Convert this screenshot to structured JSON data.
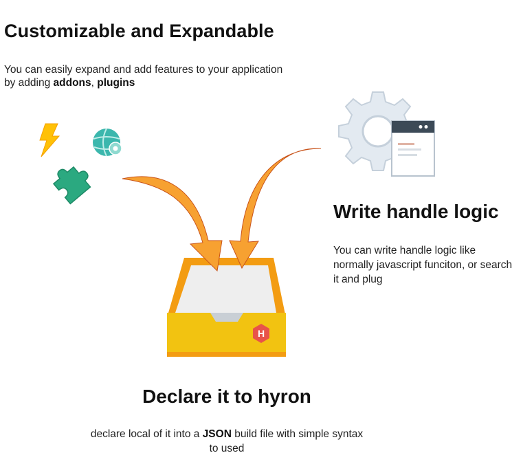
{
  "section_main": {
    "title": "Customizable and Expandable",
    "desc_prefix": "You can easily expand and add features to your application by adding ",
    "addons": "addons",
    "separator": ", ",
    "plugins": "plugins"
  },
  "section_logic": {
    "title": "Write handle logic",
    "desc": "You can write handle logic like normally javascript funciton, or search it and plug"
  },
  "section_declare": {
    "title": "Declare it to hyron",
    "desc_prefix": "declare local of it into a ",
    "json": "JSON",
    "desc_suffix": " build file with simple syntax to used"
  },
  "icons": {
    "lightning": "lightning-icon",
    "globe_gear": "globe-gear-icon",
    "puzzle": "puzzle-piece-icon",
    "gear_window": "gear-window-icon",
    "tray": "inbox-tray-icon",
    "hyron_logo": "hyron-hexagon-logo",
    "arrows": "curved-arrow-icon"
  },
  "colors": {
    "arrow_orange": "#F7A131",
    "tray_yellow": "#F2C311",
    "tray_orange": "#F39C12",
    "puzzle_teal": "#2BA980",
    "lightning_yellow": "#FFC107",
    "hyron_red": "#E8534A"
  },
  "logo": {
    "letter": "H"
  }
}
